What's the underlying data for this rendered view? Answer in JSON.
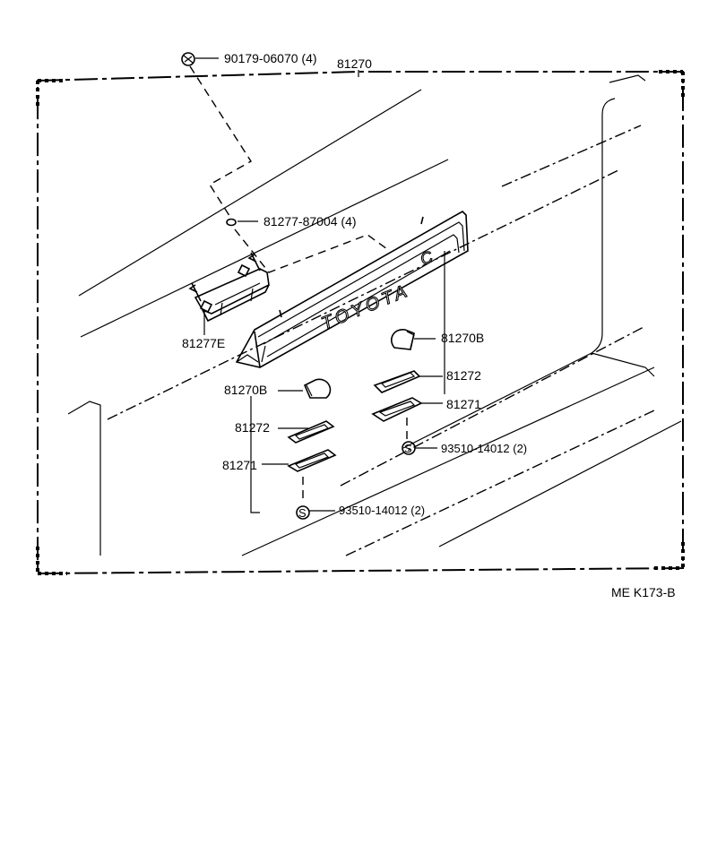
{
  "diagram": {
    "assembly_number": "81270",
    "code": "ME  K173-B",
    "emblem_text": "TOYOTA",
    "emblem_letter": "C",
    "stamp_letter": "S",
    "parts": [
      {
        "id": "nut-top",
        "label": "90179-06070 (4)"
      },
      {
        "id": "washer",
        "label": "81277-87004 (4)"
      },
      {
        "id": "bracket",
        "label": "81277E"
      },
      {
        "id": "bulb-right",
        "label": "81270B"
      },
      {
        "id": "bulb-left",
        "label": "81270B"
      },
      {
        "id": "lens-right",
        "label": "81272"
      },
      {
        "id": "lens-left",
        "label": "81272"
      },
      {
        "id": "housing-right",
        "label": "81271"
      },
      {
        "id": "housing-left",
        "label": "81271"
      },
      {
        "id": "screw-right",
        "label": "93510-14012 (2)"
      },
      {
        "id": "screw-left",
        "label": "93510-14012 (2)"
      }
    ]
  }
}
